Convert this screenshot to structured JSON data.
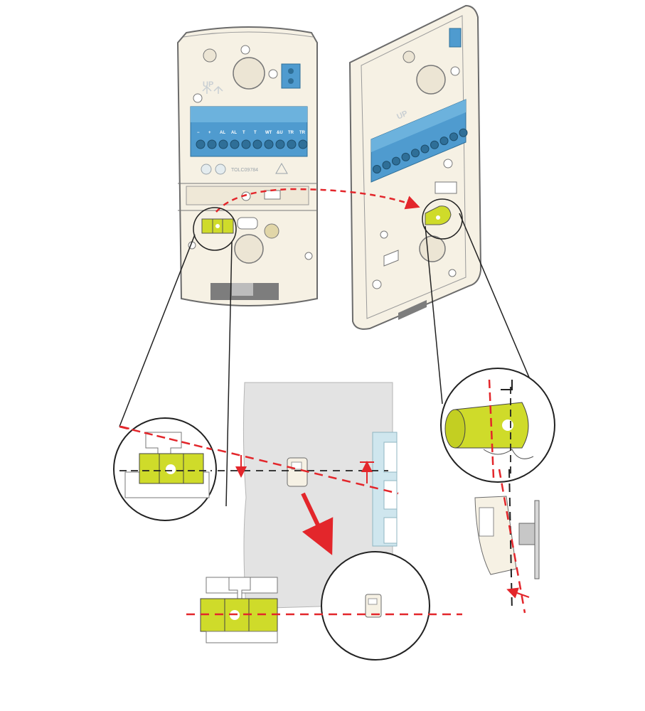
{
  "front_housing": {
    "up_label": "UP",
    "model_label": "TOLC09784",
    "terminal_labels": [
      "−",
      "+",
      "AL",
      "AL",
      "T",
      "T",
      "WT",
      "&U",
      "TR",
      "TR"
    ]
  },
  "side_housing": {
    "up_label": "UP"
  },
  "colors": {
    "housing_fill": "#f6f1e4",
    "housing_stroke": "#6b6b6b",
    "terminal_blue": "#4f9bcf",
    "terminal_dark": "#2f6f98",
    "lens_yellow": "#cfdb2a",
    "wall_grey": "#e3e3e3",
    "window_blue": "#cfe6ee",
    "alignment_red": "#e3262b",
    "reference_black": "#222222"
  },
  "icons": [
    "arrow-icon",
    "lens-module-icon",
    "mirror-bracket-icon"
  ]
}
